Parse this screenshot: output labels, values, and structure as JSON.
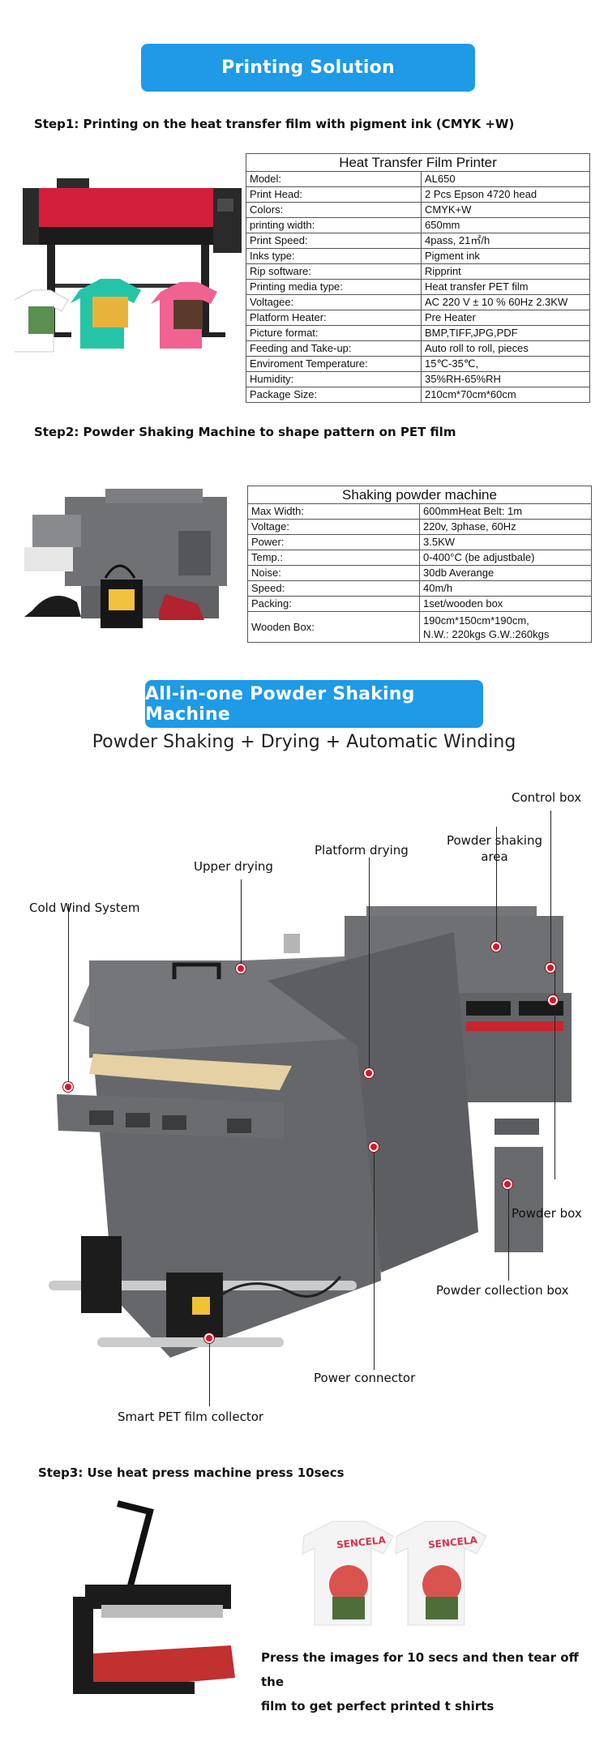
{
  "banners": {
    "printing_solution": "Printing Solution",
    "all_in_one": "All-in-one Powder Shaking Machine"
  },
  "steps": {
    "step1": "Step1: Printing on the heat transfer film with pigment ink (CMYK +W)",
    "step2": "Step2: Powder Shaking Machine to shape pattern on PET film",
    "step3": "Step3: Use heat press machine press 10secs"
  },
  "printer_table": {
    "title": "Heat Transfer Film Printer",
    "rows": [
      [
        "Model:",
        "AL650"
      ],
      [
        "Print Head:",
        "2 Pcs Epson 4720 head"
      ],
      [
        "Colors:",
        "CMYK+W"
      ],
      [
        "printing width:",
        " 650mm"
      ],
      [
        "Print Speed:",
        "4pass, 21㎡/h"
      ],
      [
        "Inks type:",
        " Pigment ink"
      ],
      [
        "Rip software:",
        "Ripprint"
      ],
      [
        "Printing media type:",
        "Heat transfer PET film"
      ],
      [
        "Voltagee:",
        "AC 220 V ± 10 % 60Hz 2.3KW"
      ],
      [
        "Platform Heater:",
        "Pre Heater"
      ],
      [
        "Picture format:",
        "BMP,TIFF,JPG,PDF"
      ],
      [
        "Feeding and Take-up:",
        "Auto roll to roll, pieces"
      ],
      [
        "Enviroment Temperature:",
        " 15℃-35℃,"
      ],
      [
        "Humidity:",
        " 35%RH-65%RH"
      ],
      [
        "Package Size:",
        " 210cm*70cm*60cm"
      ]
    ]
  },
  "shaker_table": {
    "title": "Shaking powder machine",
    "rows": [
      [
        "Max Width:",
        "600mmHeat Belt: 1m"
      ],
      [
        "Voltage:",
        " 220v, 3phase, 60Hz"
      ],
      [
        "Power:",
        " 3.5KW"
      ],
      [
        "Temp.:",
        " 0-400°C (be adjustbale)"
      ],
      [
        "Noise:",
        " 30db Averange"
      ],
      [
        "Speed:",
        " 40m/h"
      ],
      [
        "Packing:",
        " 1set/wooden box"
      ]
    ],
    "wooden_label": "Wooden Box:",
    "wooden_line1": "190cm*150cm*190cm,",
    "wooden_line2": "N.W.: 220kgs G.W.:260kgs"
  },
  "subtitle": "Powder Shaking + Drying + Automatic Winding",
  "callouts": {
    "control_box": "Control box",
    "powder_shaking_1": "Powder shaking",
    "powder_shaking_2": "area",
    "platform_drying": "Platform drying",
    "upper_drying": "Upper drying",
    "cold_wind": "Cold Wind System",
    "powder_box": "Powder box",
    "powder_collection": "Powder collection box",
    "power_connector": "Power connector",
    "pet_collector": "Smart PET film collector"
  },
  "shirt_text": "SENCELA",
  "press_caption_1": "Press the images for 10 secs and then tear off the",
  "press_caption_2": "film to get perfect printed t shirts",
  "colors": {
    "accent": "#1e9ae6",
    "callout_dot": "#d8132b",
    "machine_grey": "#6f7174",
    "printer_red": "#d41f3a"
  }
}
